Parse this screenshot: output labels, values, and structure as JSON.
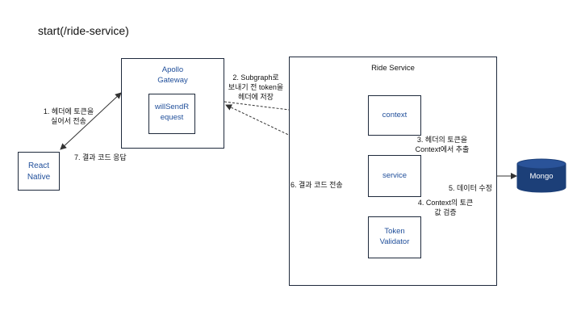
{
  "title": "start(/ride-service)",
  "nodes": {
    "react_native": [
      "React",
      "Native"
    ],
    "apollo_gateway": [
      "Apollo",
      "Gateway"
    ],
    "will_send_request": [
      "willSendR",
      "equest"
    ],
    "ride_service": "Ride Service",
    "context": "context",
    "service": "service",
    "token_validator": [
      "Token",
      "Validator"
    ],
    "mongo": "Mongo"
  },
  "edges": {
    "e1": [
      "1. 헤더에 토큰을",
      "실어서 전송"
    ],
    "e2": [
      "2. Subgraph로",
      "보내기 전 token을",
      "헤더에 저장"
    ],
    "e3": [
      "3. 헤더의 토큰을",
      "Context에서 추출"
    ],
    "e4": [
      "4. Context의 토큰",
      "값 검증"
    ],
    "e5": "5. 데이터 수정",
    "e6": "6. 결과 코드 전송",
    "e7": "7. 결과 코드 응답"
  },
  "colors": {
    "box_border": "#1f2a3c",
    "node_text": "#1f4e9a",
    "mongo_fill": "#1c3f78",
    "line": "#333333"
  }
}
